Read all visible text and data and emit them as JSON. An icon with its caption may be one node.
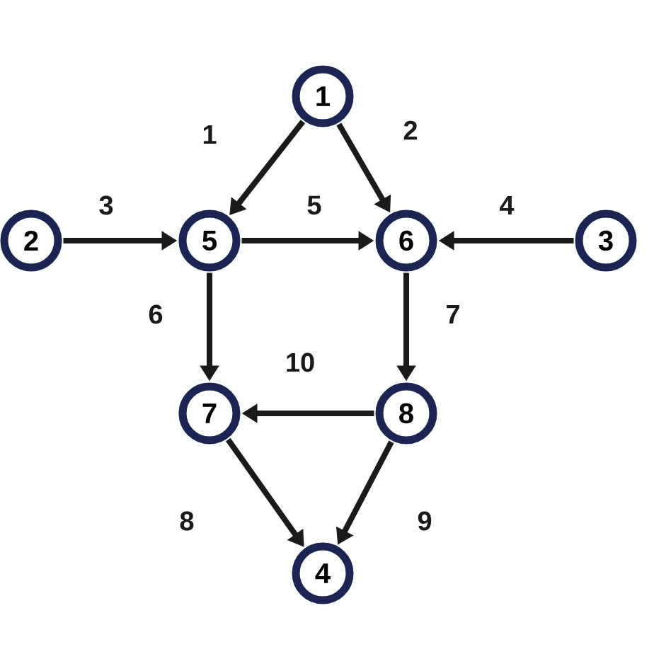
{
  "diagram": {
    "nodes": [
      {
        "text": [
          "1"
        ]
      },
      {
        "text": [
          "2"
        ]
      },
      {
        "text": [
          "5"
        ]
      },
      {
        "text": [
          "6"
        ]
      },
      {
        "text": [
          "3"
        ]
      },
      {
        "text": [
          "7"
        ]
      },
      {
        "text": [
          "8"
        ]
      },
      {
        "text": [
          "4"
        ]
      }
    ],
    "edges": [
      {
        "from": 0,
        "to": 2,
        "arrow": "to",
        "label": "1"
      },
      {
        "from": 0,
        "to": 3,
        "arrow": "to",
        "label": "2"
      },
      {
        "from": 1,
        "to": 2,
        "arrow": "to",
        "label": "3"
      },
      {
        "from": 4,
        "to": 3,
        "arrow": "to",
        "label": "4"
      },
      {
        "from": 2,
        "to": 3,
        "arrow": "to",
        "label": "5"
      },
      {
        "from": 2,
        "to": 5,
        "arrow": "to",
        "label": "6"
      },
      {
        "from": 3,
        "to": 6,
        "arrow": "to",
        "label": "7"
      },
      {
        "from": 5,
        "to": 7,
        "arrow": "to",
        "label": "8"
      },
      {
        "from": 6,
        "to": 7,
        "arrow": "to",
        "label": "9"
      },
      {
        "from": 6,
        "to": 5,
        "arrow": "to",
        "label": "10"
      }
    ]
  }
}
